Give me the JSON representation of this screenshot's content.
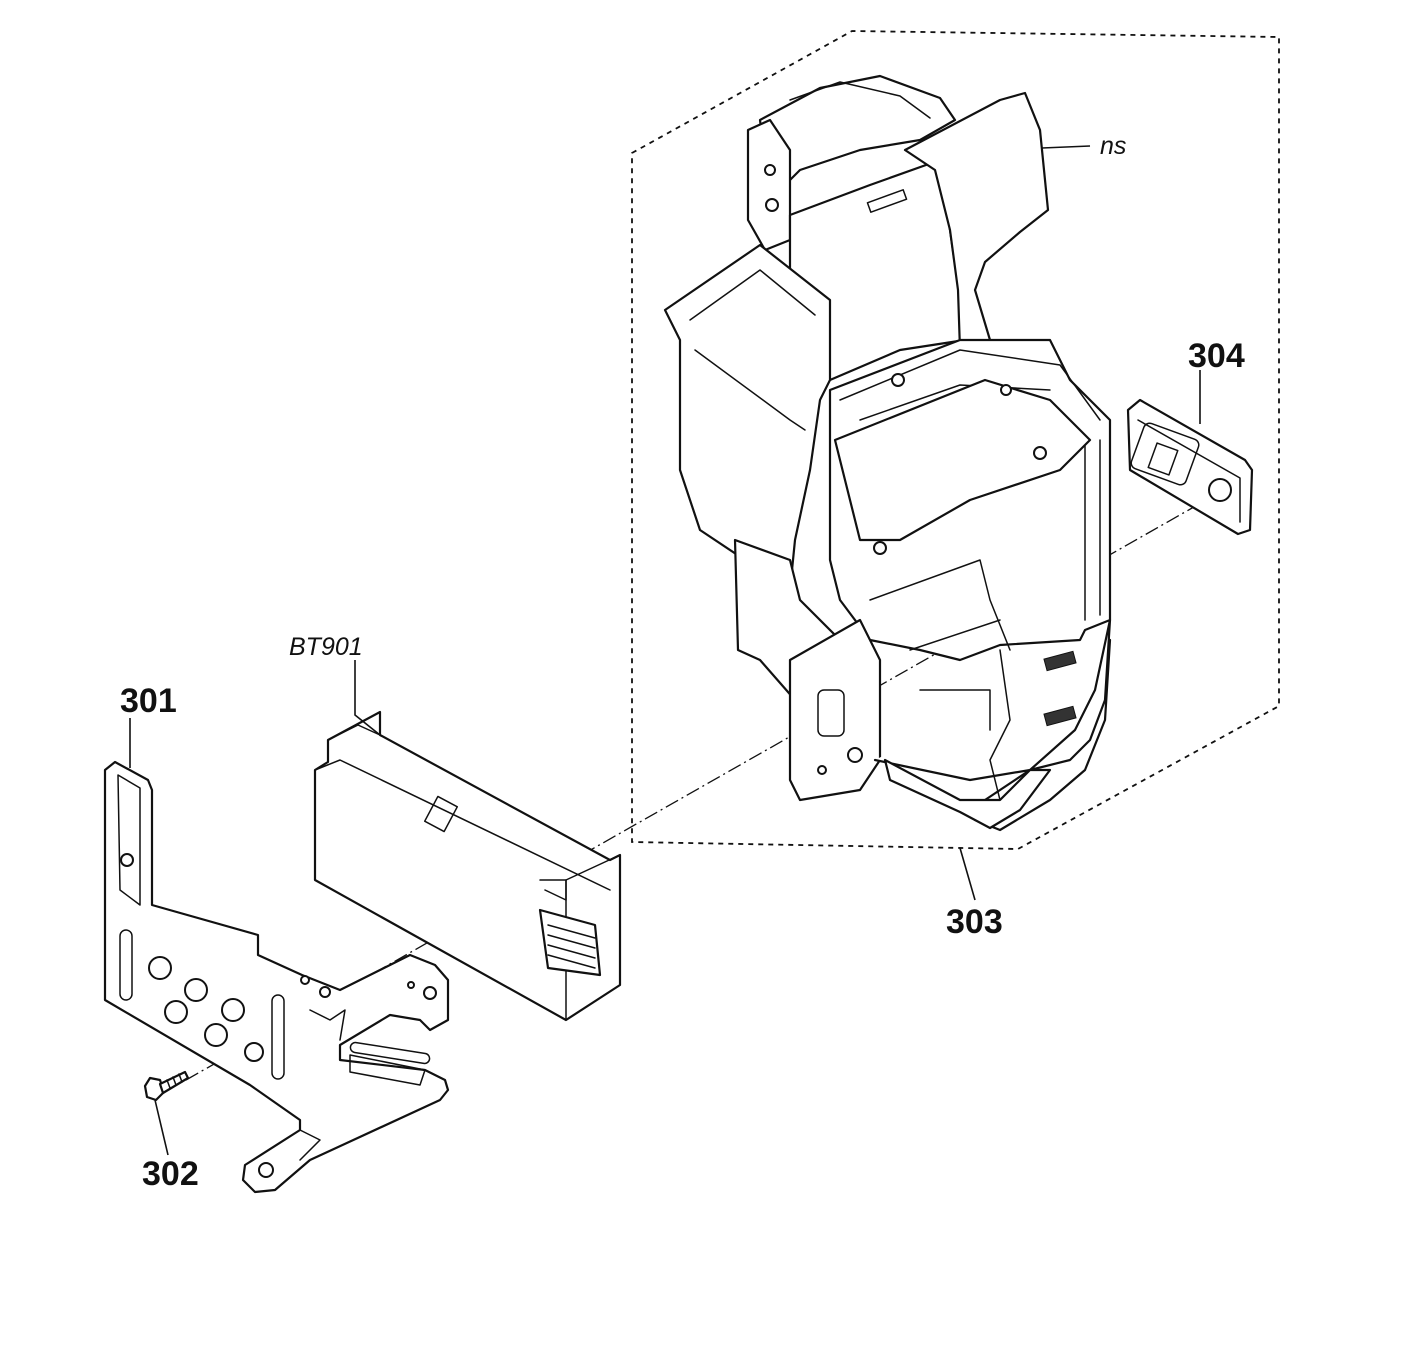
{
  "labels": {
    "part_301": "301",
    "part_302": "302",
    "part_303": "303",
    "part_304": "304",
    "ref_bt901": "BT901",
    "ref_ns": "ns"
  },
  "colors": {
    "line": "#111111",
    "background": "#ffffff",
    "shade": "#d8d8d8"
  }
}
